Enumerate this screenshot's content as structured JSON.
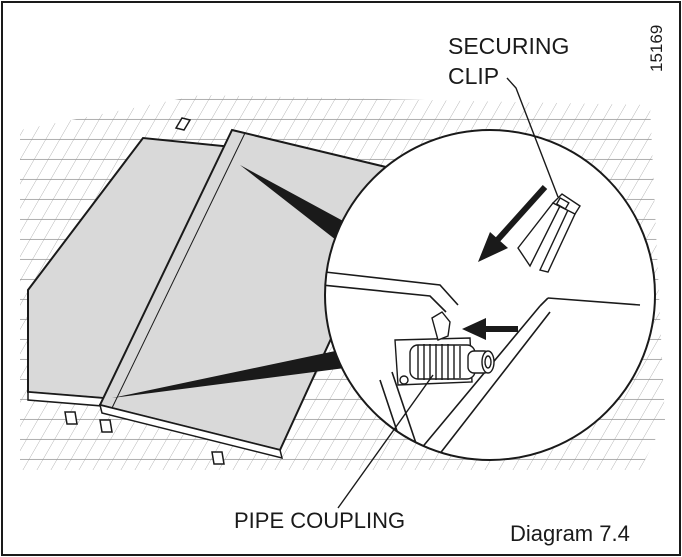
{
  "figure_number": "15169",
  "labels": {
    "securing_clip_line1": "SECURING",
    "securing_clip_line2": "CLIP",
    "pipe_coupling": "PIPE COUPLING",
    "caption": "Diagram 7.4"
  },
  "colors": {
    "outline": "#1a1a1a",
    "panel_fill": "#d9d9d9",
    "roof_hatch": "#9a9a9a",
    "background": "#ffffff"
  }
}
